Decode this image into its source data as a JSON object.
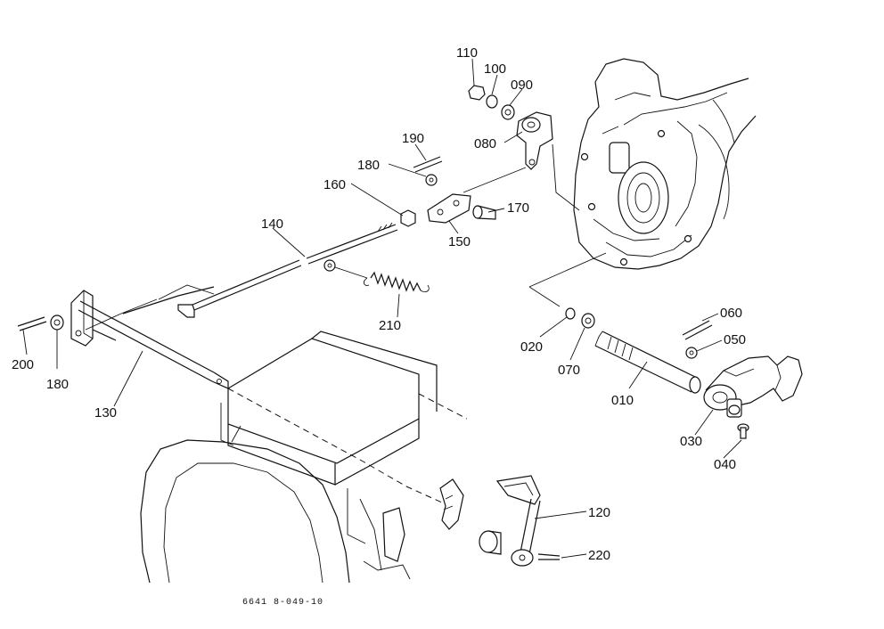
{
  "diagram": {
    "figure_number": "6641 8-049-10",
    "callouts": [
      {
        "id": "c110",
        "text": "110"
      },
      {
        "id": "c100",
        "text": "100"
      },
      {
        "id": "c090",
        "text": "090"
      },
      {
        "id": "c080",
        "text": "080"
      },
      {
        "id": "c190",
        "text": "190"
      },
      {
        "id": "c180a",
        "text": "180"
      },
      {
        "id": "c160",
        "text": "160"
      },
      {
        "id": "c170",
        "text": "170"
      },
      {
        "id": "c140",
        "text": "140"
      },
      {
        "id": "c150",
        "text": "150"
      },
      {
        "id": "c210",
        "text": "210"
      },
      {
        "id": "c200",
        "text": "200"
      },
      {
        "id": "c180b",
        "text": "180"
      },
      {
        "id": "c130",
        "text": "130"
      },
      {
        "id": "c060",
        "text": "060"
      },
      {
        "id": "c050",
        "text": "050"
      },
      {
        "id": "c020",
        "text": "020"
      },
      {
        "id": "c070",
        "text": "070"
      },
      {
        "id": "c010",
        "text": "010"
      },
      {
        "id": "c030",
        "text": "030"
      },
      {
        "id": "c040",
        "text": "040"
      },
      {
        "id": "c120",
        "text": "120"
      },
      {
        "id": "c220",
        "text": "220"
      }
    ]
  }
}
